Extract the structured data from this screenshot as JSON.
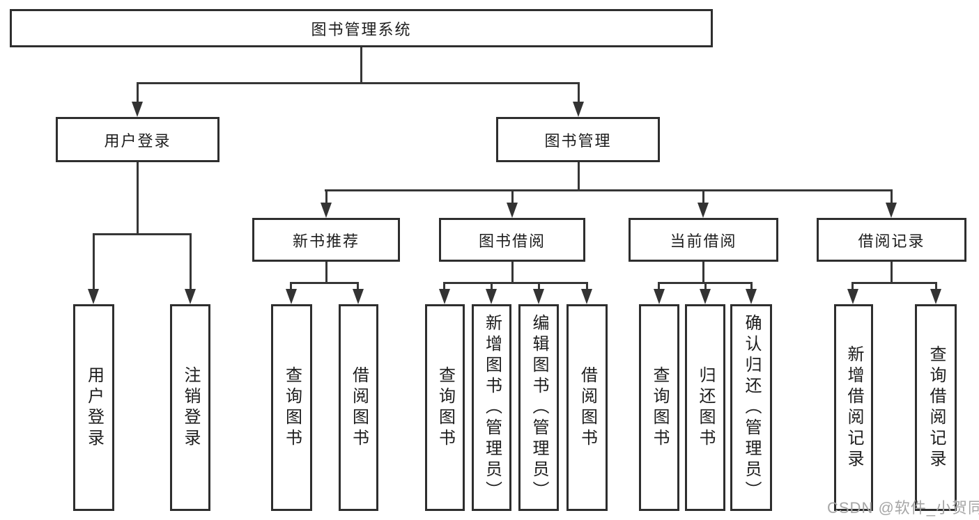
{
  "diagram": {
    "tree": {
      "label": "图书管理系统",
      "children": [
        {
          "label": "用户登录",
          "children": [
            {
              "label": "用户登录"
            },
            {
              "label": "注销登录"
            }
          ]
        },
        {
          "label": "图书管理",
          "children": [
            {
              "label": "新书推荐",
              "children": [
                {
                  "label": "查询图书"
                },
                {
                  "label": "借阅图书"
                }
              ]
            },
            {
              "label": "图书借阅",
              "children": [
                {
                  "label": "查询图书"
                },
                {
                  "label": "新增图书（管理员）"
                },
                {
                  "label": "编辑图书（管理员）"
                },
                {
                  "label": "借阅图书"
                }
              ]
            },
            {
              "label": "当前借阅",
              "children": [
                {
                  "label": "查询图书"
                },
                {
                  "label": "归还图书"
                },
                {
                  "label": "确认归还（管理员）"
                }
              ]
            },
            {
              "label": "借阅记录",
              "children": [
                {
                  "label": "新增借阅记录"
                },
                {
                  "label": "查询借阅记录"
                }
              ]
            }
          ]
        }
      ]
    },
    "colors": {
      "box_border": "#2e2e2e",
      "connector_line": "#363636",
      "text": "#1d1d1d",
      "background": "#ffffff",
      "watermark": "#a6a6a6"
    }
  },
  "watermark": {
    "text": "CSDN @软件_小贺同学"
  }
}
